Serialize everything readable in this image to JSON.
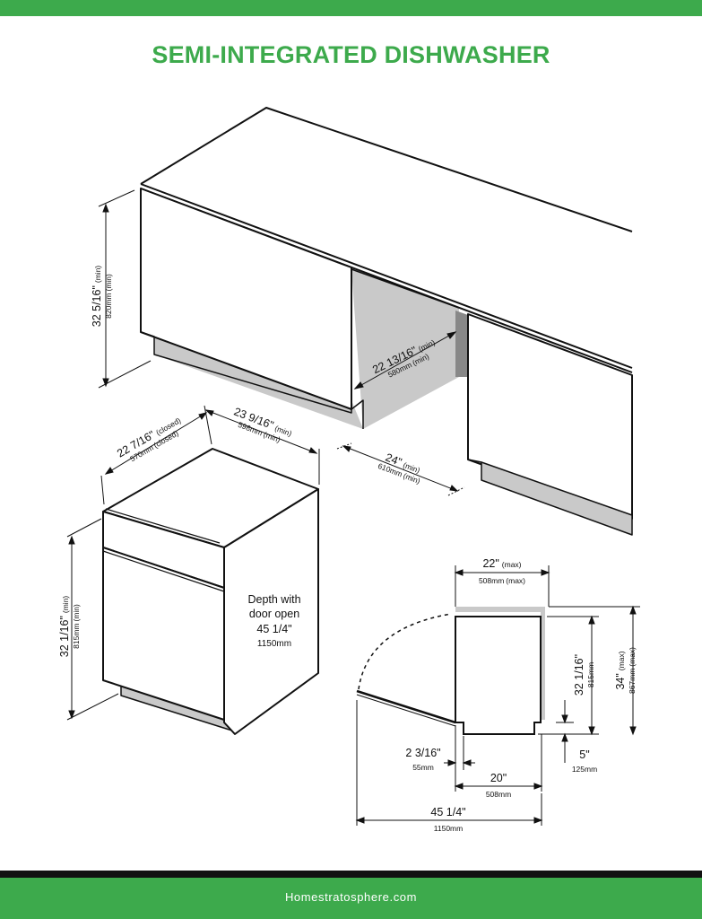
{
  "title": "SEMI-INTEGRATED DISHWASHER",
  "footer": "Homestratosphere.com",
  "colors": {
    "brand_green": "#3daa4c",
    "gray_fill": "#c9c9c9",
    "line": "#111111"
  },
  "cabinet": {
    "height": {
      "imperial": "32 5/16\"",
      "qual": "(min)",
      "metric": "820mm",
      "metric_qual": "(min)"
    },
    "cavity_depth": {
      "imperial": "22 13/16\"",
      "qual": "(min)",
      "metric": "580mm",
      "metric_qual": "(min)"
    },
    "cavity_width": {
      "imperial": "24\"",
      "qual": "(min)",
      "metric": "610mm",
      "metric_qual": "(min)"
    }
  },
  "appliance": {
    "depth_closed": {
      "imperial": "22 7/16\"",
      "qual": "(closed)",
      "metric": "570mm",
      "metric_qual": "(closed)"
    },
    "width": {
      "imperial": "23 9/16\"",
      "qual": "(min)",
      "metric": "598mm",
      "metric_qual": "(min)"
    },
    "height": {
      "imperial": "32 1/16\"",
      "qual": "(min)",
      "metric": "815mm",
      "metric_qual": "(min)"
    },
    "door_open": {
      "line1": "Depth with",
      "line2": "door open",
      "imperial": "45 1/4\"",
      "metric": "1150mm"
    }
  },
  "side_view": {
    "top_depth": {
      "imperial": "22\"",
      "qual": "(max)",
      "metric": "508mm",
      "metric_qual": "(max)"
    },
    "body_height": {
      "imperial": "32 1/16\"",
      "metric": "815mm"
    },
    "total_height": {
      "imperial": "34\"",
      "qual": "(max)",
      "metric": "867mm",
      "metric_qual": "(max)"
    },
    "toe_kick": {
      "imperial": "2 3/16\"",
      "metric": "55mm"
    },
    "base_depth": {
      "imperial": "20\"",
      "metric": "508mm"
    },
    "leg_height": {
      "imperial": "5\"",
      "metric": "125mm"
    },
    "open_depth": {
      "imperial": "45 1/4\"",
      "metric": "1150mm"
    }
  }
}
